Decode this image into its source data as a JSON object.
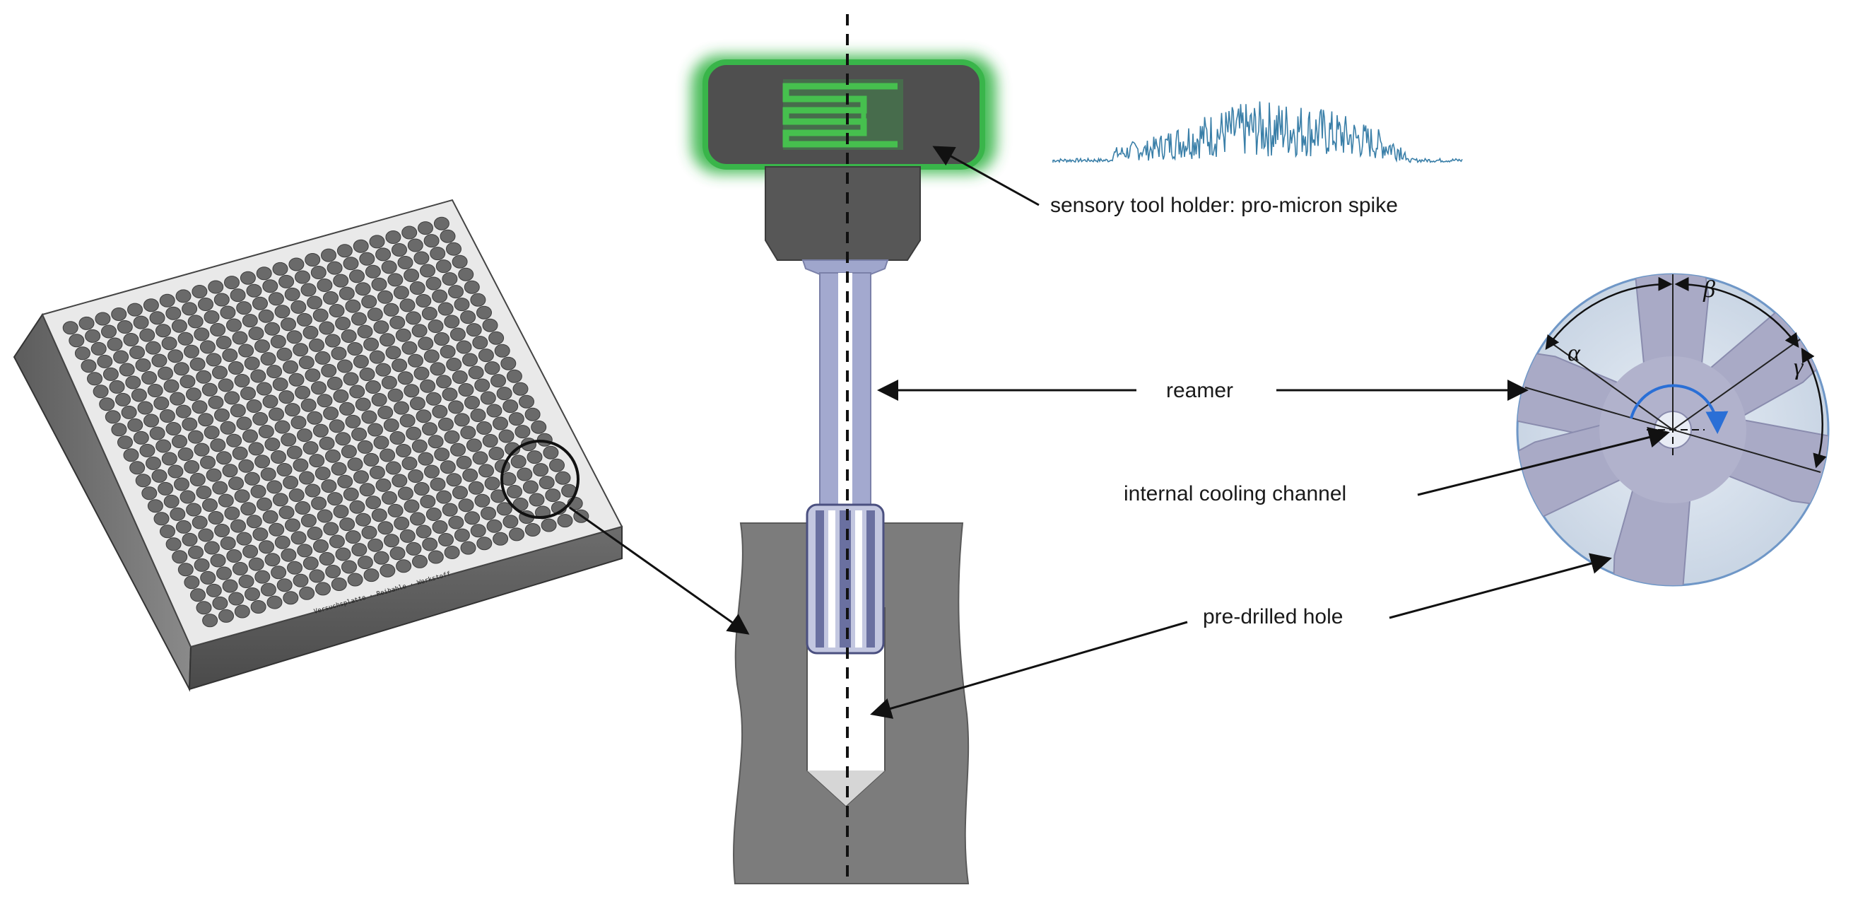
{
  "labels": {
    "tool_holder": "sensory tool holder: pro-micron spike",
    "reamer": "reamer",
    "cooling": "internal cooling channel",
    "hole": "pre-drilled hole"
  },
  "angles": {
    "alpha": "α",
    "beta": "β",
    "gamma": "γ"
  },
  "plate": {
    "engraving": "Versuchsplatte · Reibahle · Werkstoff",
    "hole_rows": 24,
    "hole_cols": 24
  },
  "colors": {
    "sensor_green": "#39b54a",
    "holder_dark": "#505050",
    "reamer_blue": "#9fa6cc",
    "workpiece_gray": "#7a7a7a",
    "signal_blue": "#3a7fa8",
    "flute_purple": "#a9aac6",
    "cross_section_bg": "#d8e2ee"
  },
  "icons": {
    "sensor_pattern": "strain-gauge-icon",
    "rotation": "rotation-arrow-icon"
  }
}
